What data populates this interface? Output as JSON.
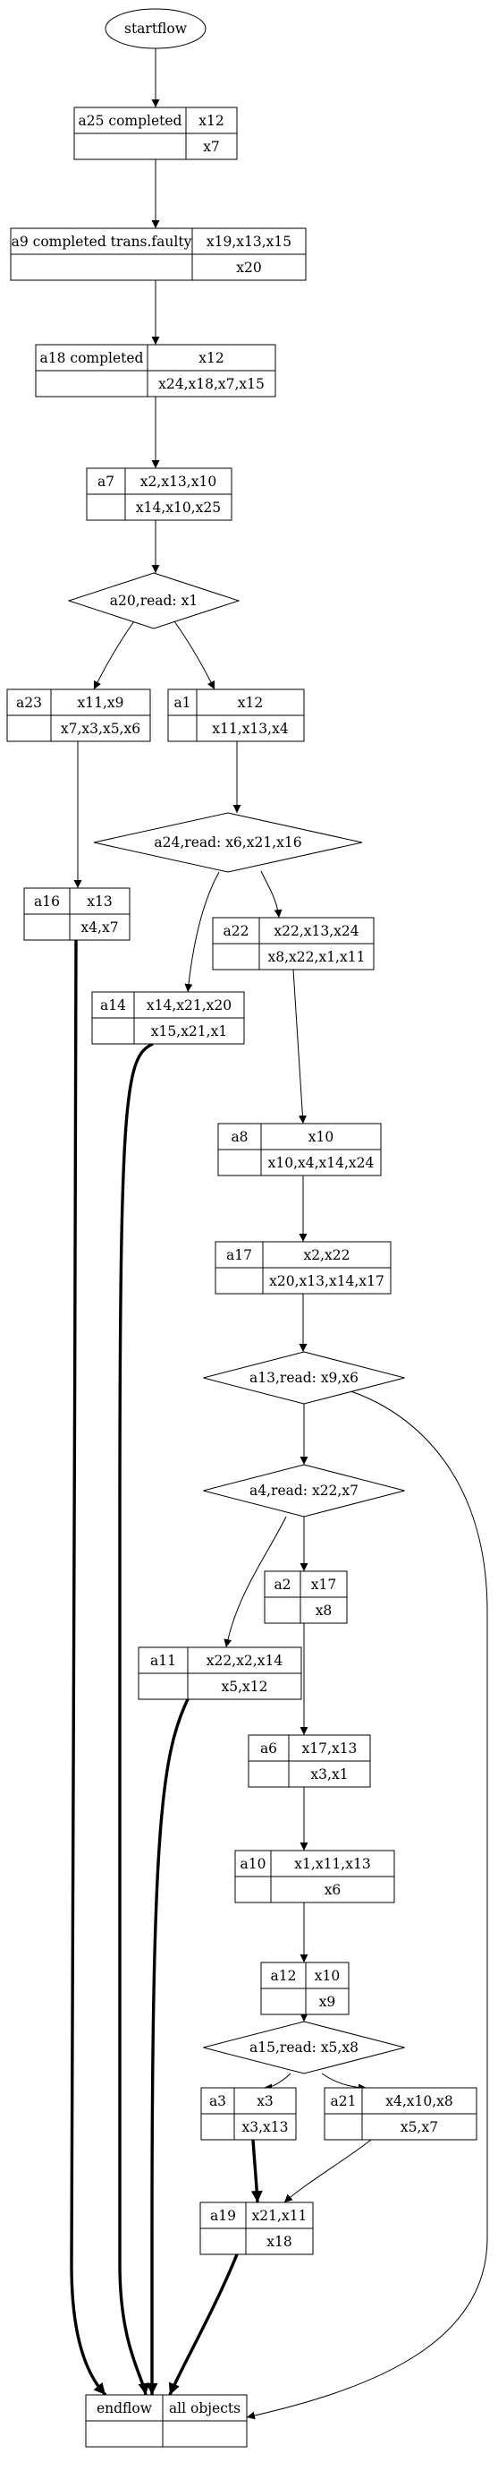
{
  "start": {
    "label": "startflow"
  },
  "end": {
    "left": "endflow",
    "right": "all objects"
  },
  "tables": [
    {
      "id": "a25",
      "name": "a25 completed",
      "top": "x12",
      "bottom": "x7"
    },
    {
      "id": "a9",
      "name": "a9  completed trans.faulty",
      "top": "x19,x13,x15",
      "bottom": "x20"
    },
    {
      "id": "a18",
      "name": "a18 completed",
      "top": "x12",
      "bottom": "x24,x18,x7,x15"
    },
    {
      "id": "a7",
      "name": "a7",
      "top": "x2,x13,x10",
      "bottom": "x14,x10,x25"
    },
    {
      "id": "a23",
      "name": "a23",
      "top": "x11,x9",
      "bottom": "x7,x3,x5,x6"
    },
    {
      "id": "a1",
      "name": "a1",
      "top": "x12",
      "bottom": "x11,x13,x4"
    },
    {
      "id": "a16",
      "name": "a16",
      "top": "x13",
      "bottom": "x4,x7"
    },
    {
      "id": "a22",
      "name": "a22",
      "top": "x22,x13,x24",
      "bottom": "x8,x22,x1,x11"
    },
    {
      "id": "a14",
      "name": "a14",
      "top": "x14,x21,x20",
      "bottom": "x15,x21,x1"
    },
    {
      "id": "a8",
      "name": "a8",
      "top": "x10",
      "bottom": "x10,x4,x14,x24"
    },
    {
      "id": "a17",
      "name": "a17",
      "top": "x2,x22",
      "bottom": "x20,x13,x14,x17"
    },
    {
      "id": "a2",
      "name": "a2",
      "top": "x17",
      "bottom": "x8"
    },
    {
      "id": "a11",
      "name": "a11",
      "top": "x22,x2,x14",
      "bottom": "x5,x12"
    },
    {
      "id": "a6",
      "name": "a6",
      "top": "x17,x13",
      "bottom": "x3,x1"
    },
    {
      "id": "a10",
      "name": "a10",
      "top": "x1,x11,x13",
      "bottom": "x6"
    },
    {
      "id": "a12",
      "name": "a12",
      "top": "x10",
      "bottom": "x9"
    },
    {
      "id": "a3",
      "name": "a3",
      "top": "x3",
      "bottom": "x3,x13"
    },
    {
      "id": "a21",
      "name": "a21",
      "top": "x4,x10,x8",
      "bottom": "x5,x7"
    },
    {
      "id": "a19",
      "name": "a19",
      "top": "x21,x11",
      "bottom": "x18"
    }
  ],
  "decisions": [
    {
      "id": "a20",
      "label": "a20,read: x1"
    },
    {
      "id": "a24",
      "label": "a24,read: x6,x21,x16"
    },
    {
      "id": "a13",
      "label": "a13,read: x9,x6"
    },
    {
      "id": "a4",
      "label": "a4,read: x22,x7"
    },
    {
      "id": "a15",
      "label": "a15,read: x5,x8"
    }
  ]
}
